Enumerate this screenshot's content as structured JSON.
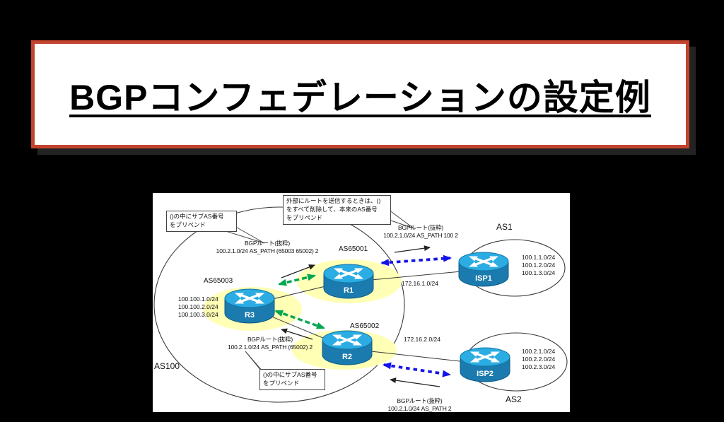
{
  "title": "BGPコンフェデレーションの設定例",
  "colors": {
    "banner-border": "#c2432e",
    "banner-shadow": "#232323",
    "highlight-yellow": "#ffffb5",
    "ebgp-blue": "#1414e8",
    "confed-green": "#00a651",
    "router-top": "#2bace3",
    "router-body": "#1b7bae",
    "diagram-line": "#3a3a3a"
  },
  "diagram": {
    "as_labels": {
      "as100": "AS100",
      "as1": "AS1",
      "as2": "AS2",
      "as65001": "AS65001",
      "as65002": "AS65002",
      "as65003": "AS65003"
    },
    "routers": {
      "r1": "R1",
      "r2": "R2",
      "r3": "R3",
      "isp1": "ISP1",
      "isp2": "ISP2"
    },
    "callouts": {
      "prepend_top": "()の中にサブAS番号\nをプリペンド",
      "strip_note": "外部にルートを送信するときは、()\nをすべて削除して、本来のAS番号\nをプリペンド",
      "prepend_bottom": "()の中にサブAS番号\nをプリペンド"
    },
    "route_notes": {
      "r3_to_r1": "BGPルート(抜粋)\n100.2.1.0/24 AS_PATH (65003 65002) 2",
      "r1_to_isp1": "BGPルート(抜粋)\n100.2.1.0/24 AS_PATH 100 2",
      "r2_to_r3": "BGPルート(抜粋)\n100.2.1.0/24 AS_PATH (65002) 2",
      "isp2_to_r2": "BGPルート(抜粋)\n100.2.1.0/24 AS_PATH 2"
    },
    "networks": {
      "r3": "100.100.1.0/24\n100.100.2.0/24\n100.100.3.0/24",
      "isp1": "100.1.1.0/24\n100.1.2.0/24\n100.1.3.0/24",
      "isp2": "100.2.1.0/24\n100.2.2.0/24\n100.2.3.0/24"
    },
    "links": {
      "r1_isp1": "172.16.1.0/24",
      "r2_isp2": "172.16.2.0/24"
    }
  }
}
